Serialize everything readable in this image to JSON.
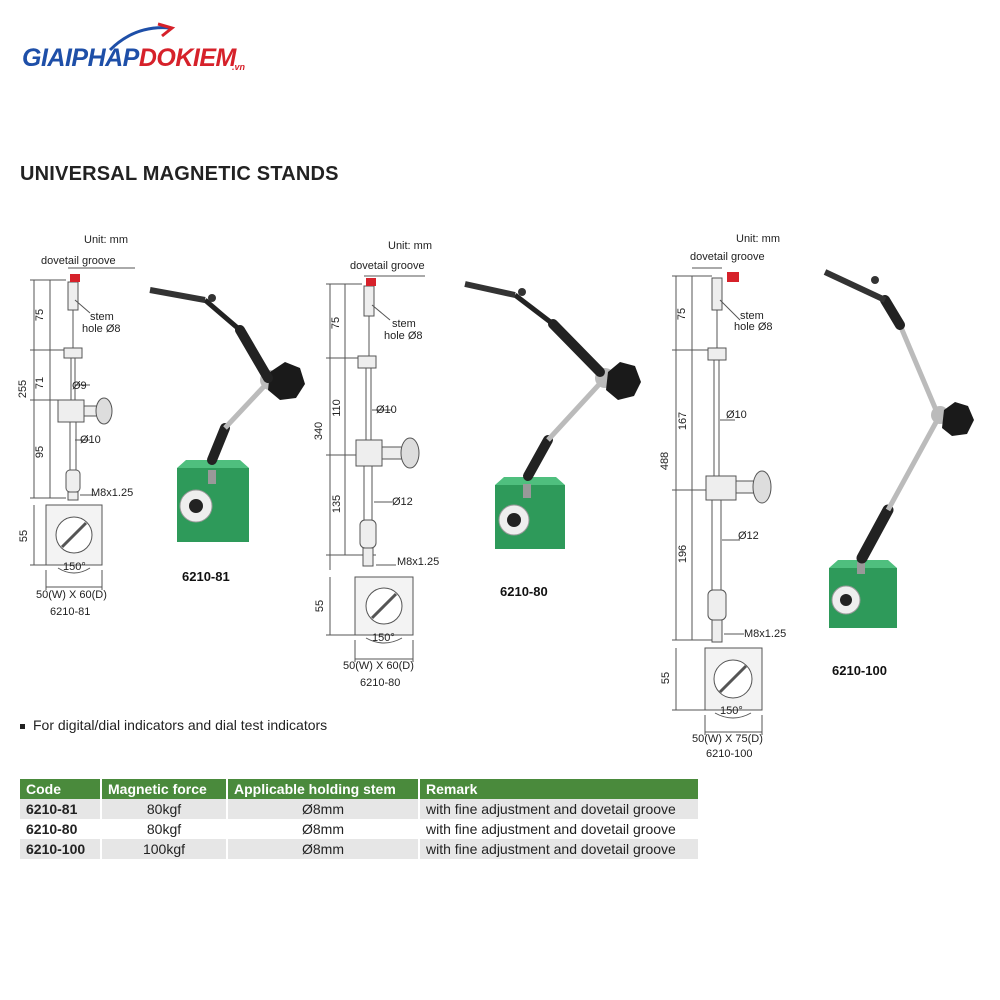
{
  "logo": {
    "main": "GIAIPHAPDOKIEM",
    "suffix": ".vn"
  },
  "title": "UNIVERSAL MAGNETIC STANDS",
  "unit": "Unit: mm",
  "drawings": [
    {
      "dovetail": "dovetail groove",
      "stem": "stem",
      "hole": "hole Ø8",
      "dims": [
        "255",
        "75",
        "71",
        "95",
        "55"
      ],
      "dia1": "Ø9",
      "dia2": "Ø10",
      "thread": "M8x1.25",
      "angle": "150°",
      "size": "50(W) X 60(D)",
      "code": "6210-81"
    },
    {
      "dovetail": "dovetail groove",
      "stem": "stem",
      "hole": "hole Ø8",
      "dims": [
        "340",
        "75",
        "110",
        "135",
        "55"
      ],
      "dia1": "Ø10",
      "dia2": "Ø12",
      "thread": "M8x1.25",
      "angle": "150°",
      "size": "50(W) X 60(D)",
      "code": "6210-80"
    },
    {
      "dovetail": "dovetail groove",
      "stem": "stem",
      "hole": "hole Ø8",
      "dims": [
        "488",
        "75",
        "167",
        "196",
        "55"
      ],
      "dia1": "Ø10",
      "dia2": "Ø12",
      "thread": "M8x1.25",
      "angle": "150°",
      "size": "50(W) X 75(D)",
      "code": "6210-100"
    }
  ],
  "products": [
    "6210-81",
    "6210-80",
    "6210-100"
  ],
  "bullet": "For digital/dial indicators and dial test indicators",
  "table": {
    "headers": [
      "Code",
      "Magnetic force",
      "Applicable holding stem",
      "Remark"
    ],
    "rows": [
      [
        "6210-81",
        "80kgf",
        "Ø8mm",
        "with fine adjustment and dovetail groove"
      ],
      [
        "6210-80",
        "80kgf",
        "Ø8mm",
        "with fine adjustment and dovetail groove"
      ],
      [
        "6210-100",
        "100kgf",
        "Ø8mm",
        "with fine adjustment and dovetail groove"
      ]
    ]
  },
  "colors": {
    "brand_blue": "#1e4fa8",
    "brand_red": "#d6212a",
    "header_green": "#4a8a3c",
    "base_green": "#2e9a5a"
  }
}
